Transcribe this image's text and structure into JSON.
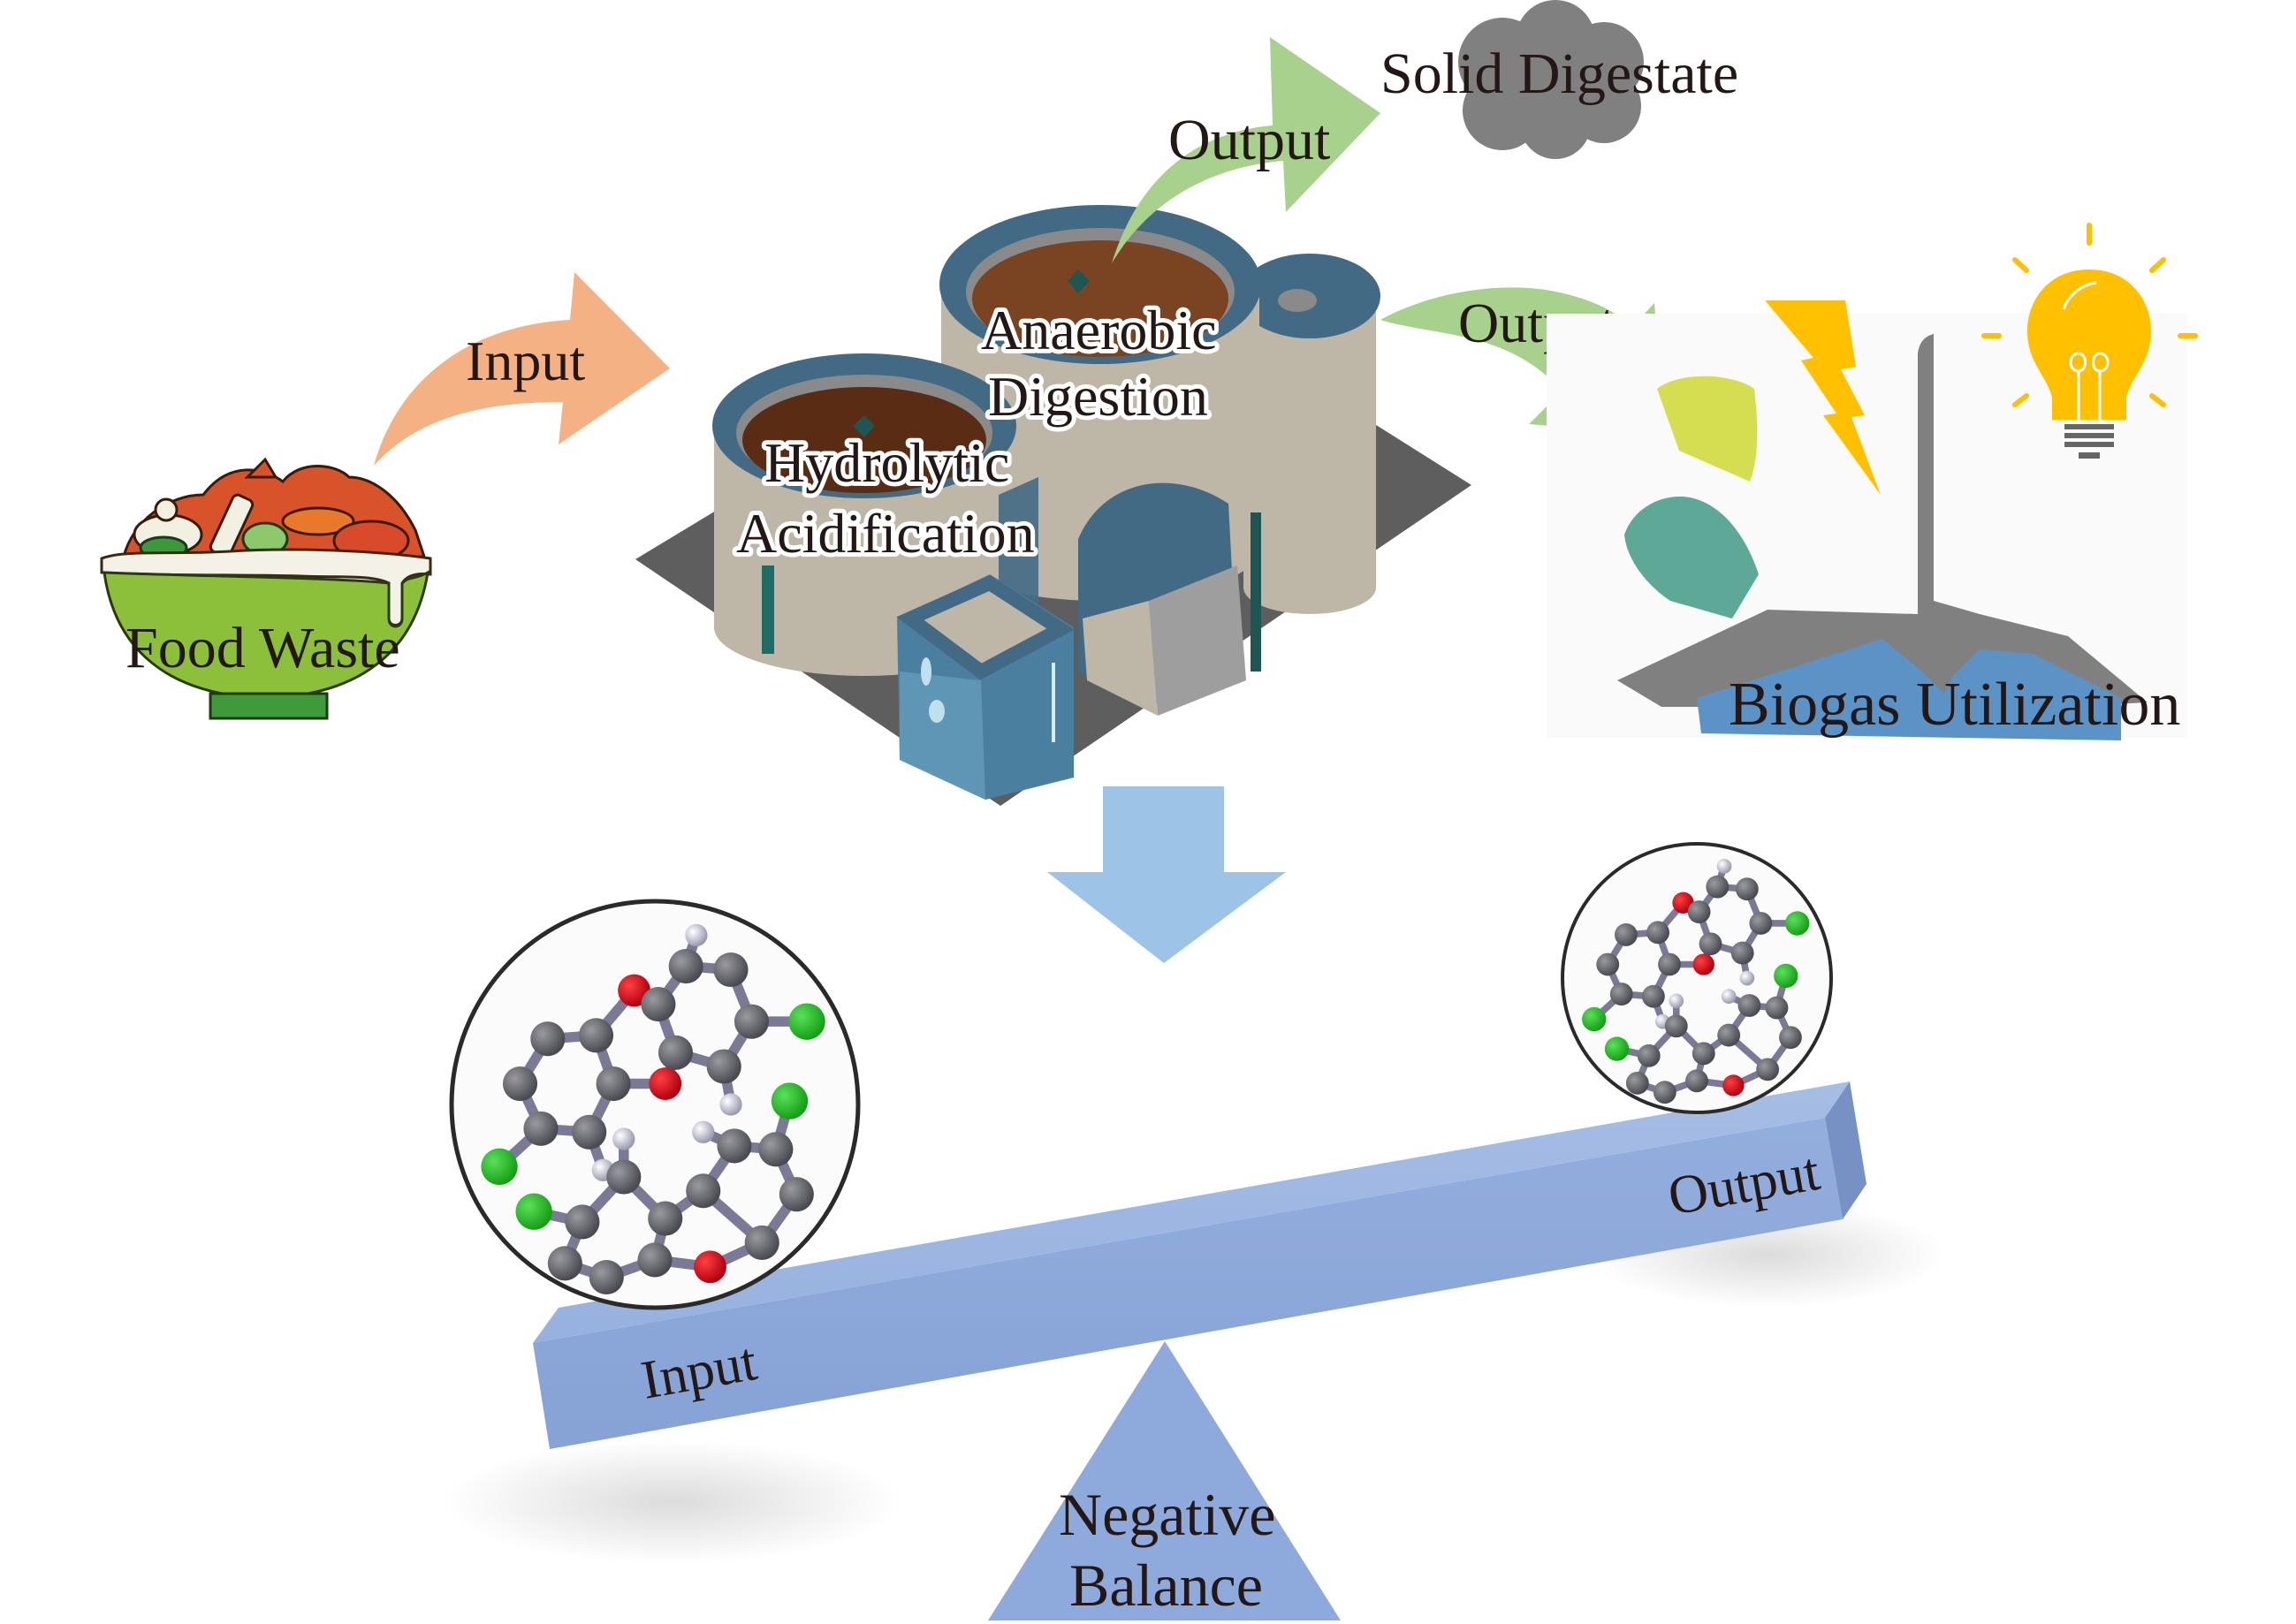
{
  "figure": {
    "title": "Food waste anaerobic digestion and negative balance of pollutants",
    "colors": {
      "input_arrow": "#F4B183",
      "output_arrow": "#A9D18E",
      "down_arrow": "#9DC3E6",
      "balance": "#8EA9DB",
      "cloud": "#808080",
      "bowl": "#8DC03A",
      "plant_blue": "#426A85",
      "plant_beige": "#BEB6A6",
      "platform": "#5E5E5E",
      "bulb": "#FFC000",
      "text": "#231815"
    }
  },
  "process": {
    "food_waste": {
      "label": "Food Waste",
      "icon": "food-bowl-icon"
    },
    "input_arrow": {
      "label": "Input"
    },
    "plant": {
      "icon": "digestion-plant-icon",
      "stage_1": [
        "Hydrolytic",
        "Acidification"
      ],
      "stage_2": [
        "Anaerobic",
        "Digestion"
      ]
    },
    "output_solid": {
      "arrow_label": "Output",
      "label": "Solid Digestate",
      "icon": "cloud-icon"
    },
    "output_biogas": {
      "arrow_label": "Output",
      "label": "Biogas Utilization",
      "icons": [
        "lightning-icon",
        "light-bulb-icon",
        "factory-icon"
      ]
    }
  },
  "balance": {
    "down_arrow_icon": "arrow-down-icon",
    "input_label": "Input",
    "output_label": "Output",
    "fulcrum_label": [
      "Negative",
      "Balance"
    ],
    "input_molecule_icon": "molecule-icon",
    "output_molecule_icon": "molecule-icon"
  }
}
